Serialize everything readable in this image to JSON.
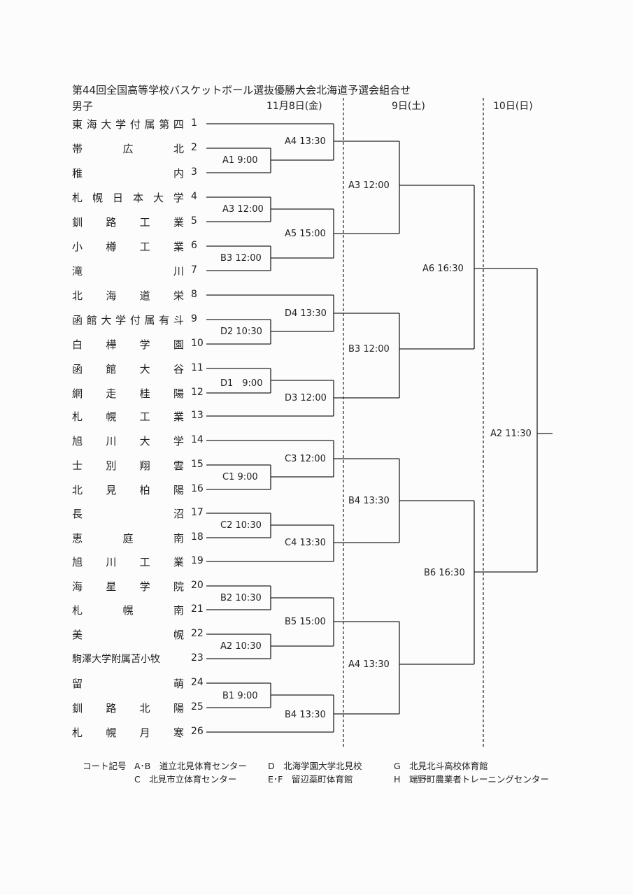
{
  "header": {
    "title": "第44回全国高等学校バスケットボール選抜優勝大会北海道予選会組合せ",
    "category": "男子",
    "days": [
      "11月8日(金)",
      "9日(土)",
      "10日(日)"
    ]
  },
  "teams": [
    {
      "name": "東海大学付属第四",
      "seed": "1"
    },
    {
      "name": "帯広北",
      "seed": "2"
    },
    {
      "name": "稚内",
      "seed": "3"
    },
    {
      "name": "札幌日本大学",
      "seed": "4"
    },
    {
      "name": "釧路工業",
      "seed": "5"
    },
    {
      "name": "小樽工業",
      "seed": "6"
    },
    {
      "name": "滝川",
      "seed": "7"
    },
    {
      "name": "北海道栄",
      "seed": "8"
    },
    {
      "name": "函館大学付属有斗",
      "seed": "9"
    },
    {
      "name": "白樺学園",
      "seed": "10"
    },
    {
      "name": "函館大谷",
      "seed": "11"
    },
    {
      "name": "網走桂陽",
      "seed": "12"
    },
    {
      "name": "札幌工業",
      "seed": "13"
    },
    {
      "name": "旭川大学",
      "seed": "14"
    },
    {
      "name": "士別翔雲",
      "seed": "15"
    },
    {
      "name": "北見柏陽",
      "seed": "16"
    },
    {
      "name": "長沼",
      "seed": "17"
    },
    {
      "name": "恵庭南",
      "seed": "18"
    },
    {
      "name": "旭川工業",
      "seed": "19"
    },
    {
      "name": "海星学院",
      "seed": "20"
    },
    {
      "name": "札幌南",
      "seed": "21"
    },
    {
      "name": "美幌",
      "seed": "22"
    },
    {
      "name": "駒澤大学附属苫小牧",
      "seed": "23"
    },
    {
      "name": "留萌",
      "seed": "24"
    },
    {
      "name": "釧路北陽",
      "seed": "25"
    },
    {
      "name": "札幌月寒",
      "seed": "26"
    }
  ],
  "matches": [
    {
      "label": "A4 13:30"
    },
    {
      "label": "A1 9:00"
    },
    {
      "label": "A3 12:00"
    },
    {
      "label": "A5 15:00"
    },
    {
      "label": "B3 12:00"
    },
    {
      "label": "D4 13:30"
    },
    {
      "label": "D2 10:30"
    },
    {
      "label": "D1　9:00"
    },
    {
      "label": "D3 12:00"
    },
    {
      "label": "C3 12:00"
    },
    {
      "label": "C1 9:00"
    },
    {
      "label": "C2 10:30"
    },
    {
      "label": "C4 13:30"
    },
    {
      "label": "B2 10:30"
    },
    {
      "label": "B5 15:00"
    },
    {
      "label": "A2 10:30"
    },
    {
      "label": "B1 9:00"
    },
    {
      "label": "B4 13:30"
    },
    {
      "label": "A3 12:00"
    },
    {
      "label": "B3 12:00"
    },
    {
      "label": "B4 13:30"
    },
    {
      "label": "A4 13:30"
    },
    {
      "label": "A6 16:30"
    },
    {
      "label": "B6 16:30"
    },
    {
      "label": "A2 11:30"
    }
  ],
  "legend": {
    "heading": "コート記号",
    "items": [
      "A･B　道立北見体育センター",
      "C　北見市立体育センター",
      "D　北海学園大学北見校",
      "E･F　留辺蘂町体育館",
      "G　北見北斗高校体育館",
      "H　端野町農業者トレーニングセンター"
    ]
  }
}
